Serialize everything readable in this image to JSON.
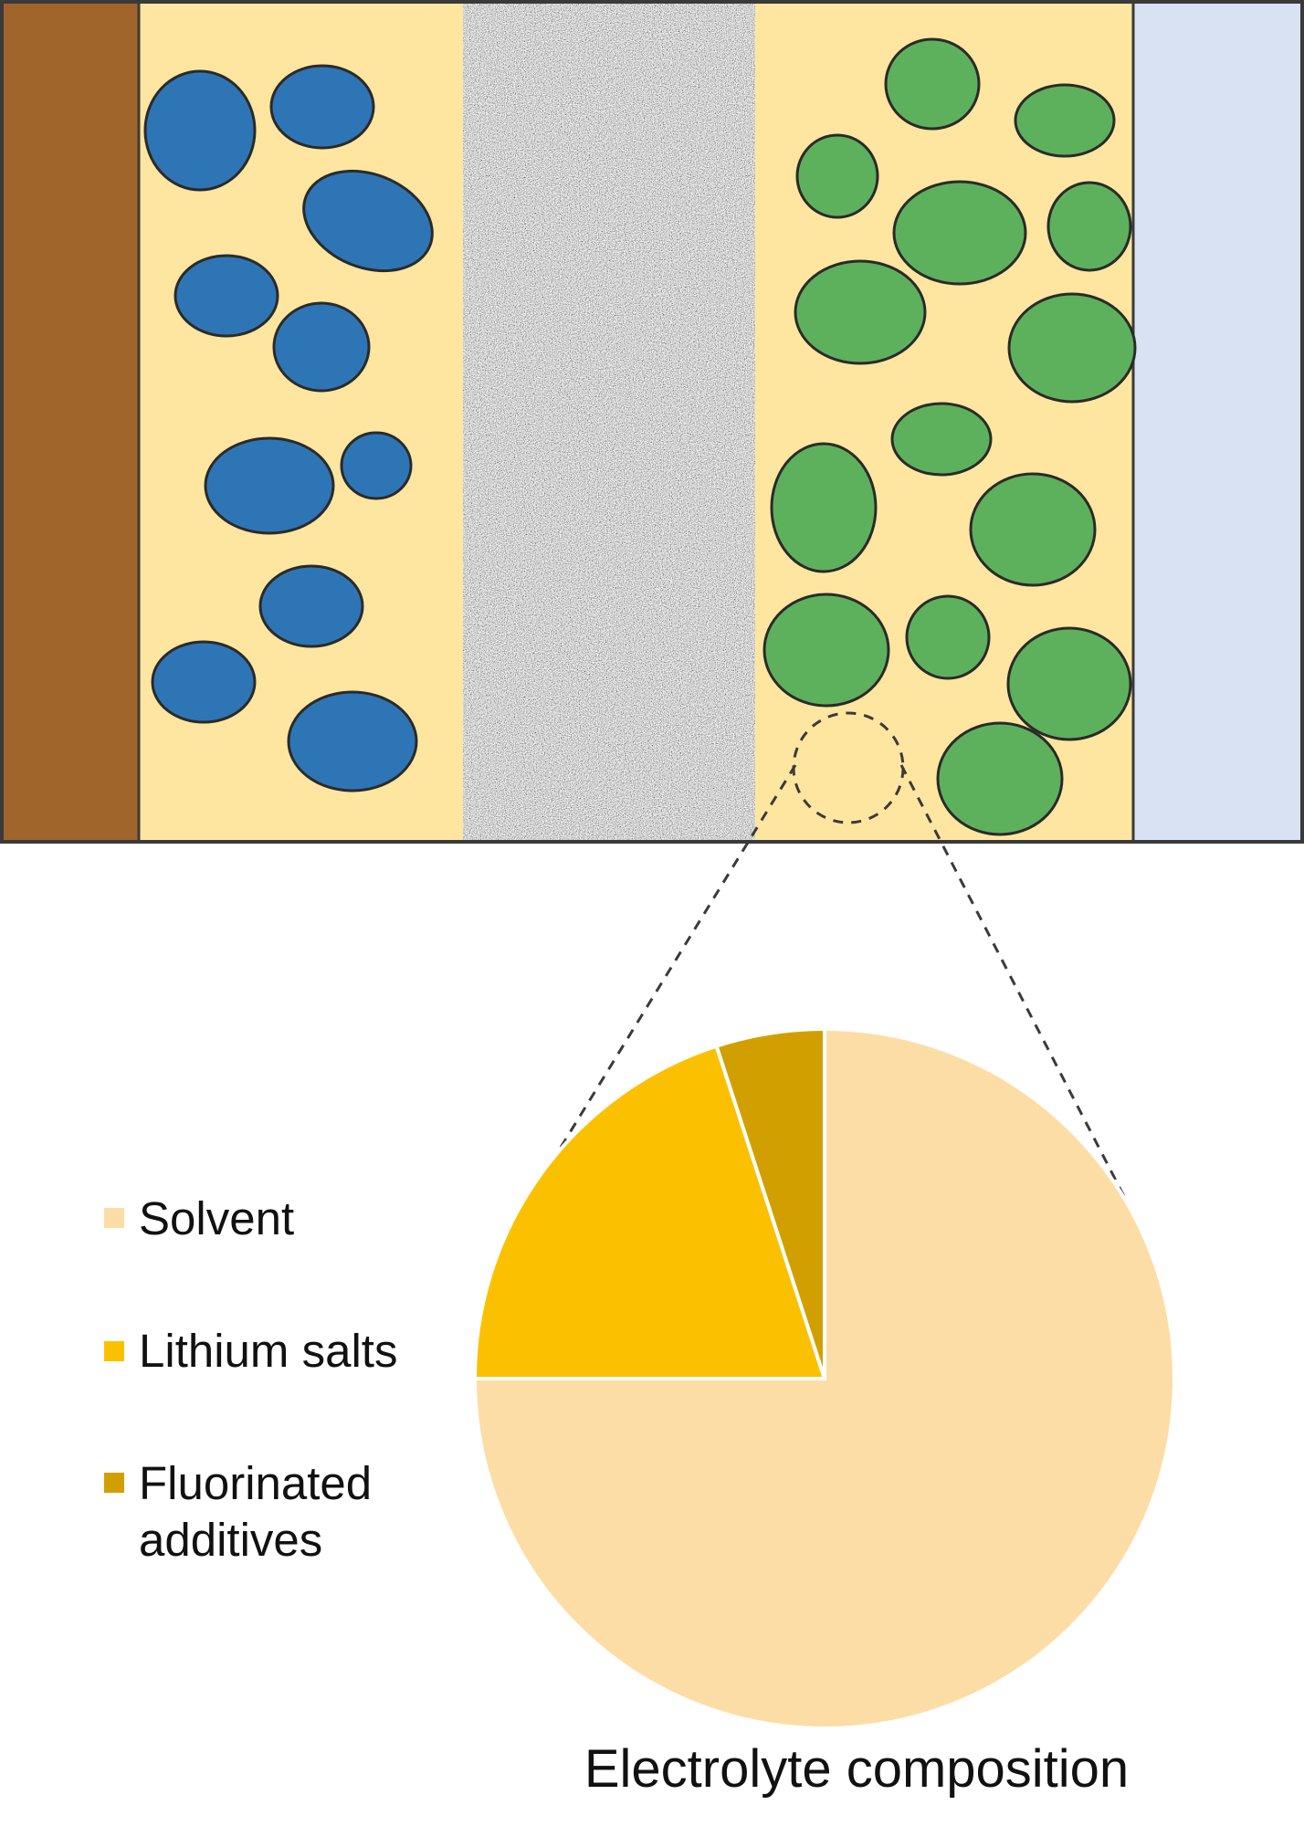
{
  "legend": {
    "solvent": "Solvent",
    "lithium_salts": "Lithium salts",
    "fluorinated_line1": "Fluorinated",
    "fluorinated_line2": "additives"
  },
  "caption": "Electrolyte composition",
  "colors": {
    "current_collector_left": "#A0652A",
    "electrolyte": "#FFE6A0",
    "anode_particles": "#2E75B6",
    "cathode_particles": "#5DB15D",
    "current_collector_right": "#D9E2F2",
    "solvent": "#FDDDA6",
    "lithium_salts": "#FBC101",
    "fluorinated_additives": "#D1A000",
    "outline": "#3A3A3A"
  },
  "chart_data": {
    "type": "pie",
    "title": "Electrolyte composition",
    "slices": [
      {
        "label": "Solvent",
        "value": 75
      },
      {
        "label": "Lithium salts",
        "value": 20
      },
      {
        "label": "Fluorinated additives",
        "value": 5
      }
    ],
    "legend_placement": "left"
  }
}
